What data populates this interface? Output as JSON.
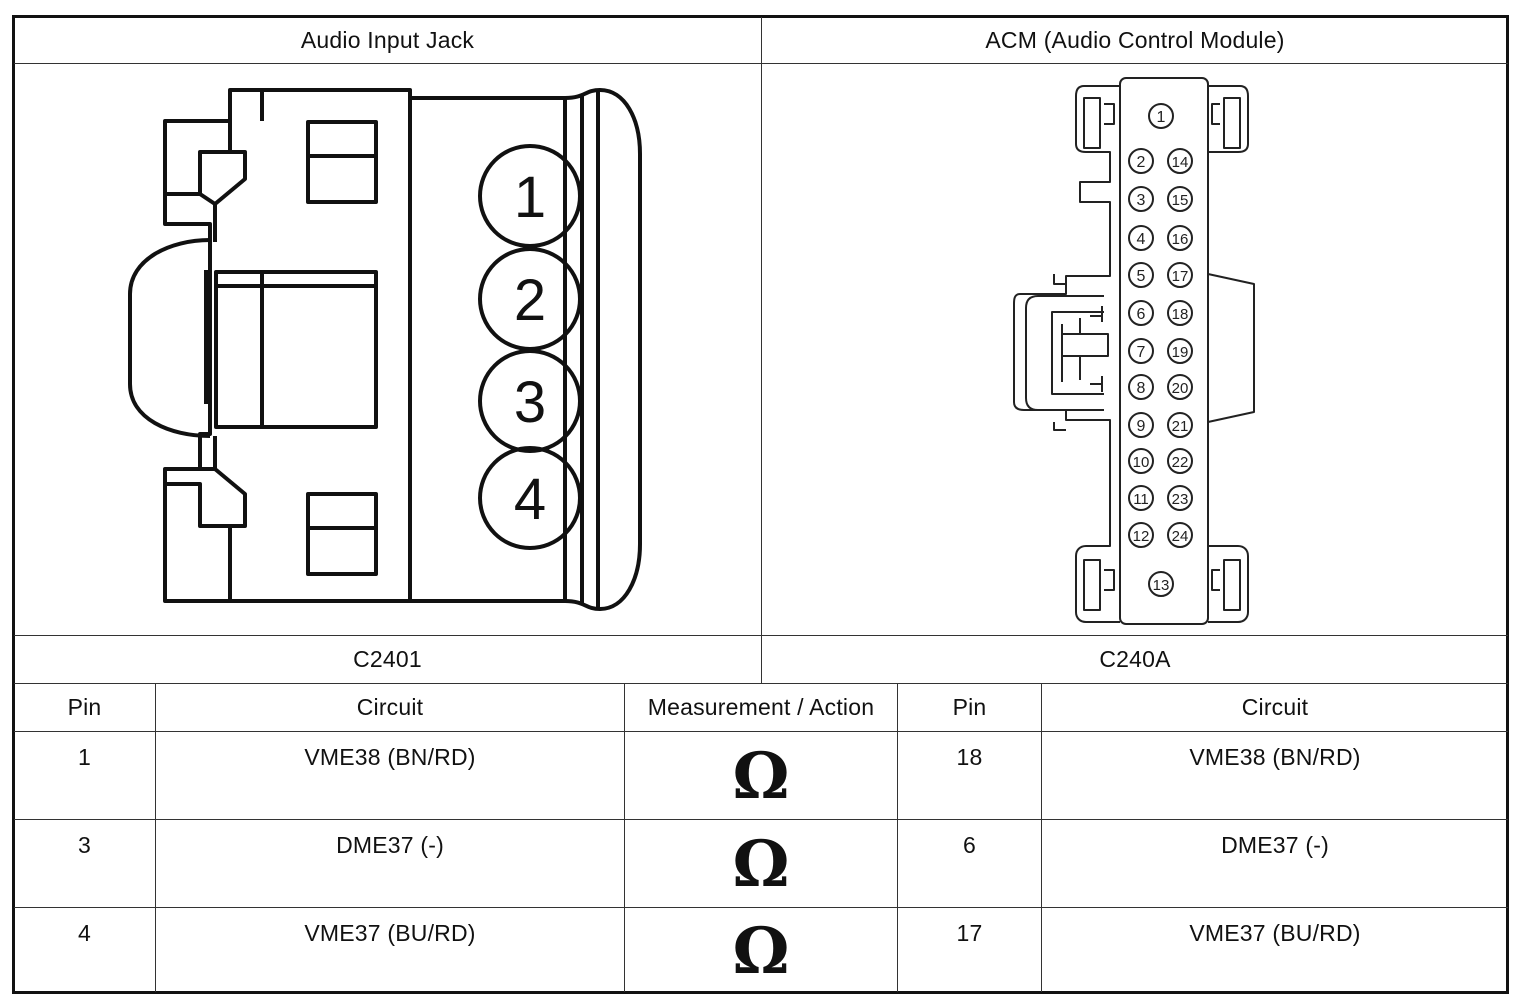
{
  "left_connector": {
    "title": "Audio Input Jack",
    "id": "C2401",
    "pins": [
      "1",
      "2",
      "3",
      "4"
    ]
  },
  "right_connector": {
    "title": "ACM (Audio Control Module)",
    "id": "C240A",
    "pins": [
      "1",
      "2",
      "3",
      "4",
      "5",
      "6",
      "7",
      "8",
      "9",
      "10",
      "11",
      "12",
      "13",
      "14",
      "15",
      "16",
      "17",
      "18",
      "19",
      "20",
      "21",
      "22",
      "23",
      "24"
    ]
  },
  "table": {
    "headers": {
      "pin_a": "Pin",
      "circuit_a": "Circuit",
      "measurement": "Measurement / Action",
      "pin_b": "Pin",
      "circuit_b": "Circuit"
    },
    "rows": [
      {
        "pin_a": "1",
        "circuit_a": "VME38 (BN/RD)",
        "measurement": "Ω",
        "pin_b": "18",
        "circuit_b": "VME38 (BN/RD)"
      },
      {
        "pin_a": "3",
        "circuit_a": "DME37 (-)",
        "measurement": "Ω",
        "pin_b": "6",
        "circuit_b": "DME37 (-)"
      },
      {
        "pin_a": "4",
        "circuit_a": "VME37 (BU/RD)",
        "measurement": "Ω",
        "pin_b": "17",
        "circuit_b": "VME37 (BU/RD)"
      }
    ]
  }
}
